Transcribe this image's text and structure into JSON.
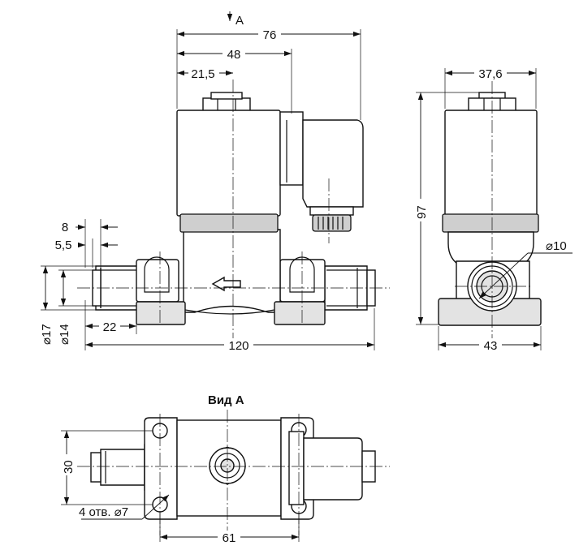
{
  "view_marker": "A",
  "view_title": "Вид А",
  "dims_front": {
    "d76": "76",
    "d48": "48",
    "d21_5": "21,5",
    "d8": "8",
    "d5_5": "5,5",
    "d22": "22",
    "d120": "120",
    "dia17": "⌀17",
    "dia14": "⌀14"
  },
  "dims_side": {
    "d37_6": "37,6",
    "d97": "97",
    "dia10": "⌀10",
    "d43": "43"
  },
  "dims_top": {
    "d30": "30",
    "holes": "4 отв. ⌀7",
    "d61": "61"
  }
}
